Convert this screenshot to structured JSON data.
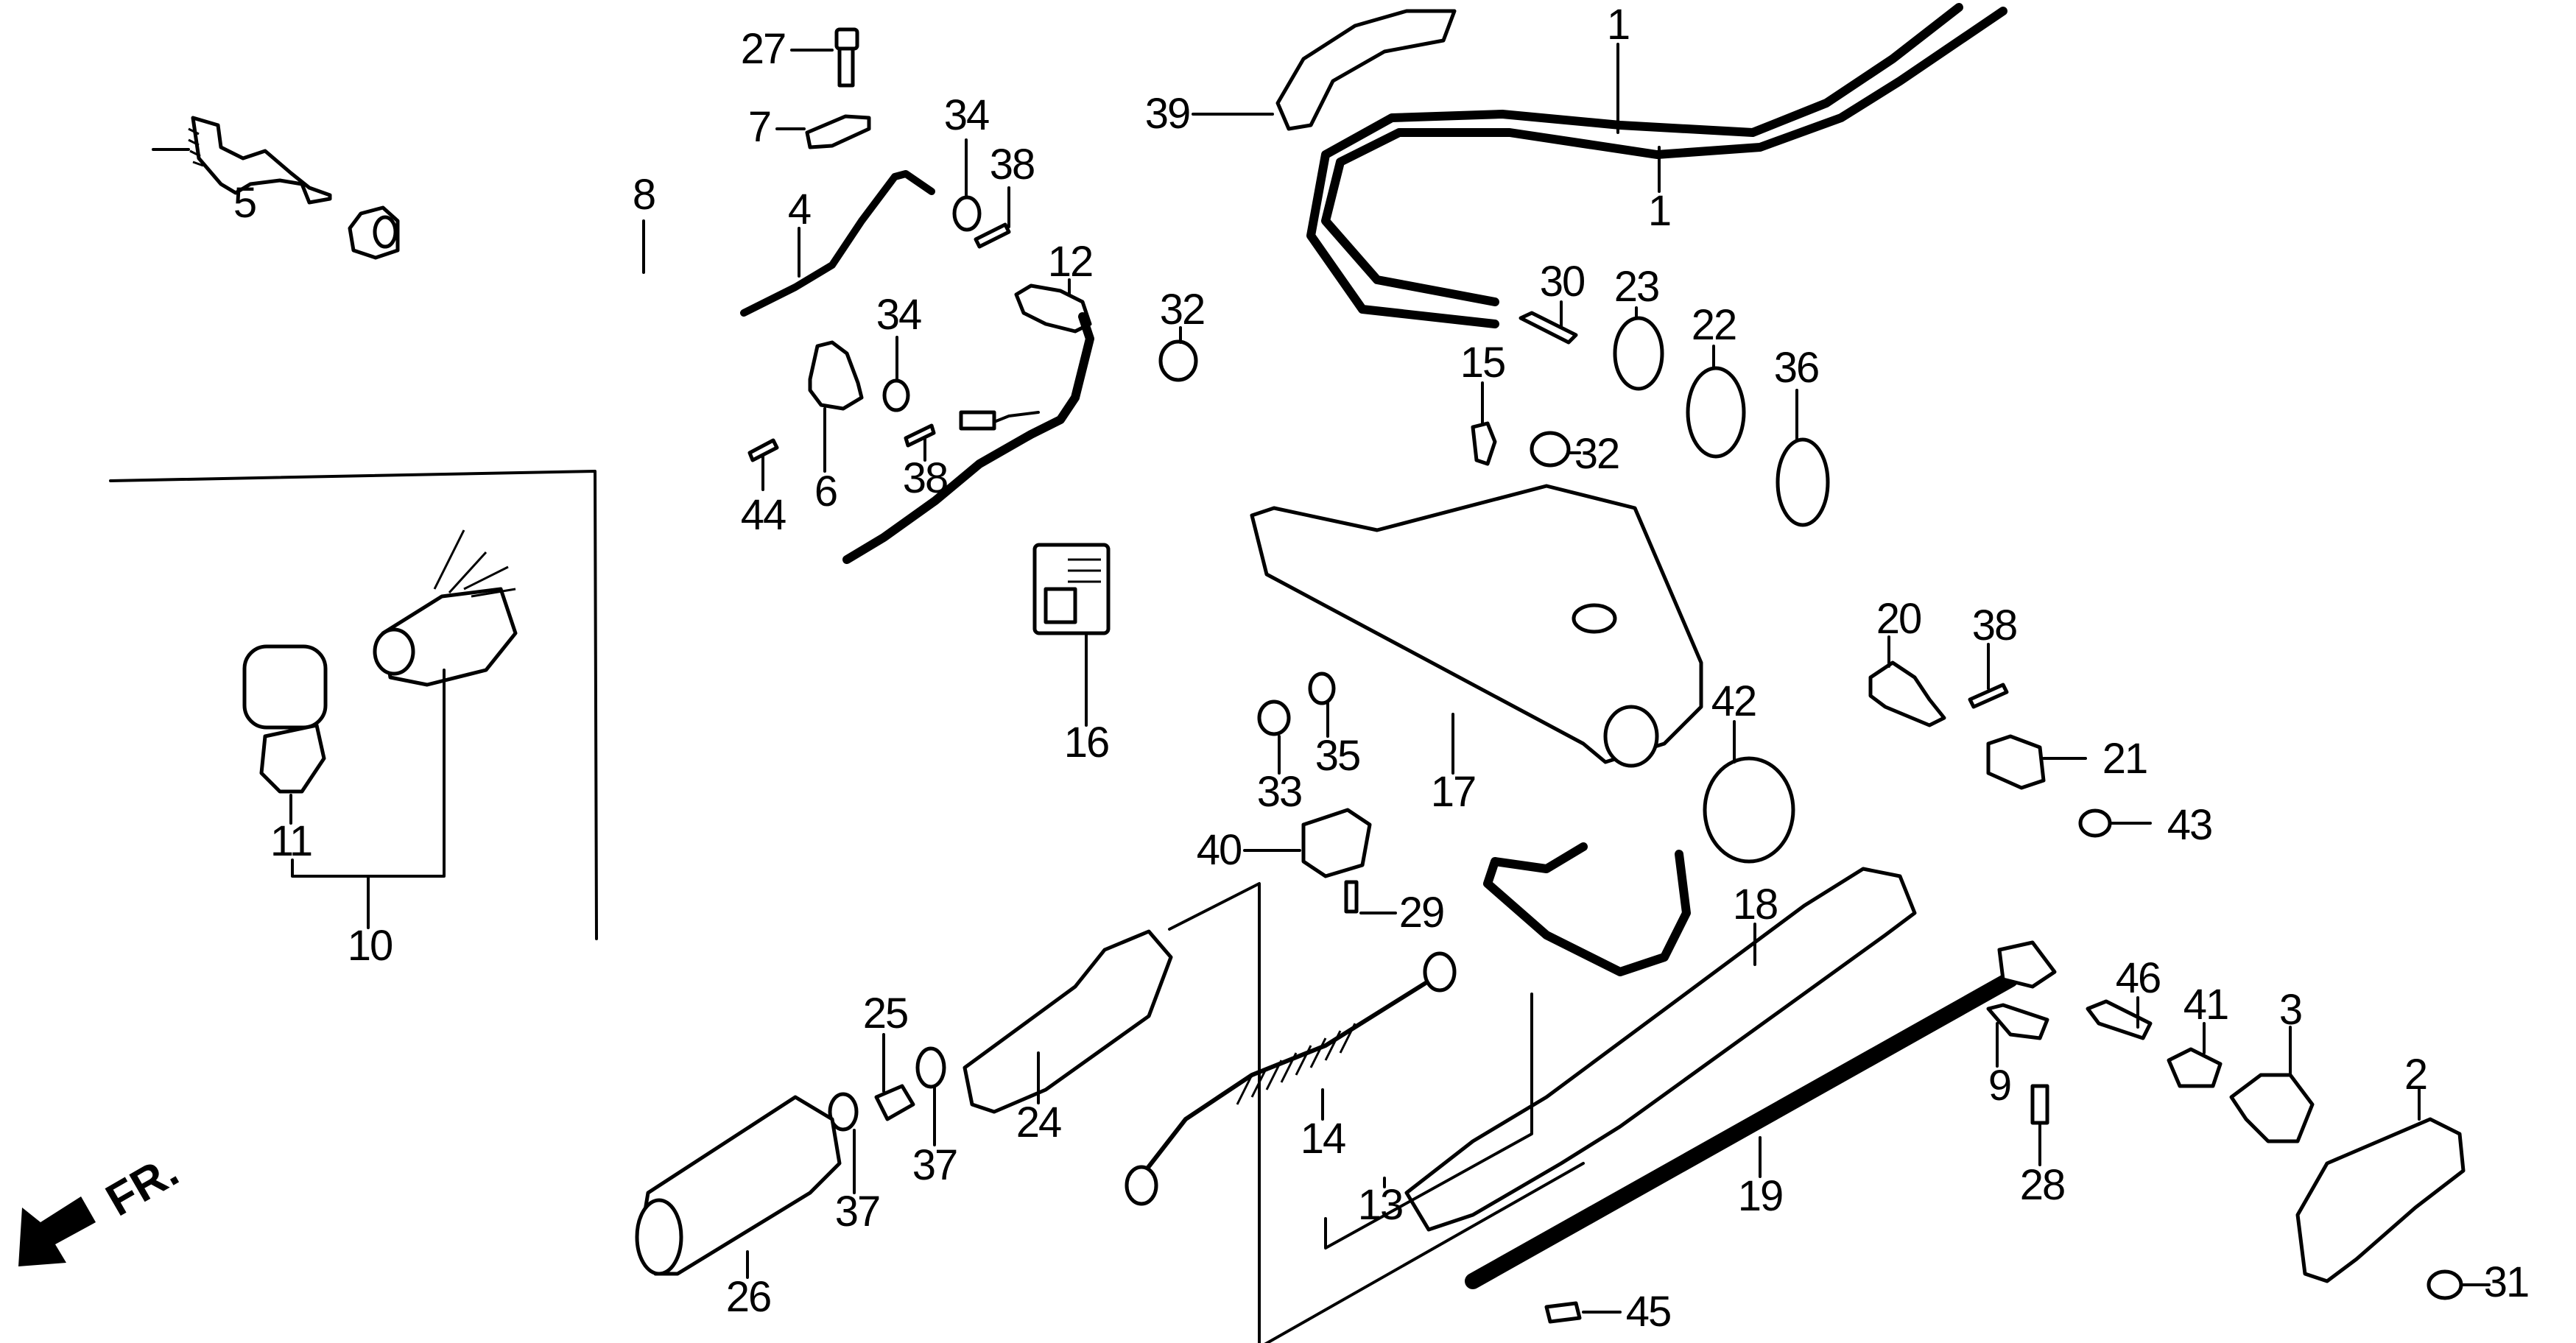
{
  "diagram": {
    "type": "exploded-parts-view",
    "subject": "Tiller handle / throttle assembly",
    "direction_marker": "FR.",
    "labels": {
      "p1a": "1",
      "p1b": "1",
      "p2": "2",
      "p3": "3",
      "p4": "4",
      "p5": "5",
      "p6": "6",
      "p7": "7",
      "p8": "8",
      "p9": "9",
      "p10": "10",
      "p11": "11",
      "p12": "12",
      "p13": "13",
      "p14": "14",
      "p15": "15",
      "p16": "16",
      "p17": "17",
      "p18": "18",
      "p19": "19",
      "p20": "20",
      "p21": "21",
      "p22": "22",
      "p23": "23",
      "p24": "24",
      "p25": "25",
      "p26": "26",
      "p27": "27",
      "p28": "28",
      "p29": "29",
      "p30": "30",
      "p31": "31",
      "p32a": "32",
      "p32b": "32",
      "p33": "33",
      "p34a": "34",
      "p34b": "34",
      "p35": "35",
      "p36": "36",
      "p37a": "37",
      "p37b": "37",
      "p38a": "38",
      "p38b": "38",
      "p38c": "38",
      "p39": "39",
      "p40": "40",
      "p41": "41",
      "p42": "42",
      "p43": "43",
      "p44": "44",
      "p45": "45",
      "p46": "46"
    }
  }
}
